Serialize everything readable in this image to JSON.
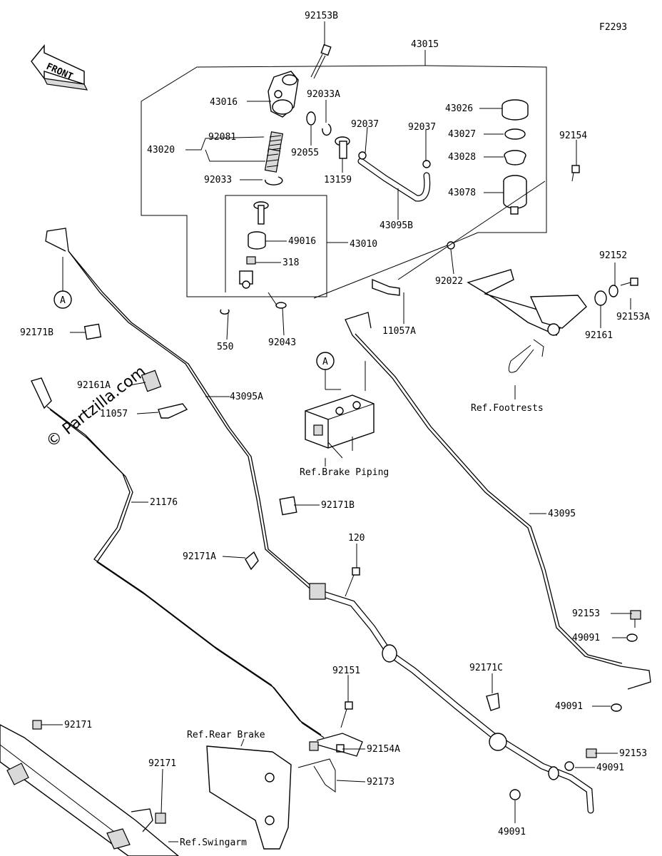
{
  "diagram_id": "F2293",
  "watermark": "© Partzilla.com",
  "front_label": "FRONT",
  "circle_marker": "A",
  "parts": [
    {
      "id": "92153B"
    },
    {
      "id": "43015"
    },
    {
      "id": "43016"
    },
    {
      "id": "92033A"
    },
    {
      "id": "43026"
    },
    {
      "id": "92037"
    },
    {
      "id": "92037"
    },
    {
      "id": "43027"
    },
    {
      "id": "43020"
    },
    {
      "id": "92081"
    },
    {
      "id": "92055"
    },
    {
      "id": "43028"
    },
    {
      "id": "92154"
    },
    {
      "id": "92033"
    },
    {
      "id": "13159"
    },
    {
      "id": "43078"
    },
    {
      "id": "43095B"
    },
    {
      "id": "49016"
    },
    {
      "id": "43010"
    },
    {
      "id": "318"
    },
    {
      "id": "92022"
    },
    {
      "id": "92152"
    },
    {
      "id": "550"
    },
    {
      "id": "92043"
    },
    {
      "id": "11057A"
    },
    {
      "id": "92153A"
    },
    {
      "id": "92161"
    },
    {
      "id": "92171B"
    },
    {
      "id": "92161A"
    },
    {
      "id": "43095A"
    },
    {
      "id": "11057"
    },
    {
      "id": "21176"
    },
    {
      "id": "92171B"
    },
    {
      "id": "43095"
    },
    {
      "id": "120"
    },
    {
      "id": "92171A"
    },
    {
      "id": "92153"
    },
    {
      "id": "49091"
    },
    {
      "id": "92151"
    },
    {
      "id": "92171C"
    },
    {
      "id": "49091"
    },
    {
      "id": "92171"
    },
    {
      "id": "92154A"
    },
    {
      "id": "92153"
    },
    {
      "id": "49091"
    },
    {
      "id": "92171"
    },
    {
      "id": "92173"
    },
    {
      "id": "49091"
    }
  ],
  "refs": [
    "Ref.Footrests",
    "Ref.Brake Piping",
    "Ref.Rear Brake",
    "Ref.Swingarm"
  ]
}
